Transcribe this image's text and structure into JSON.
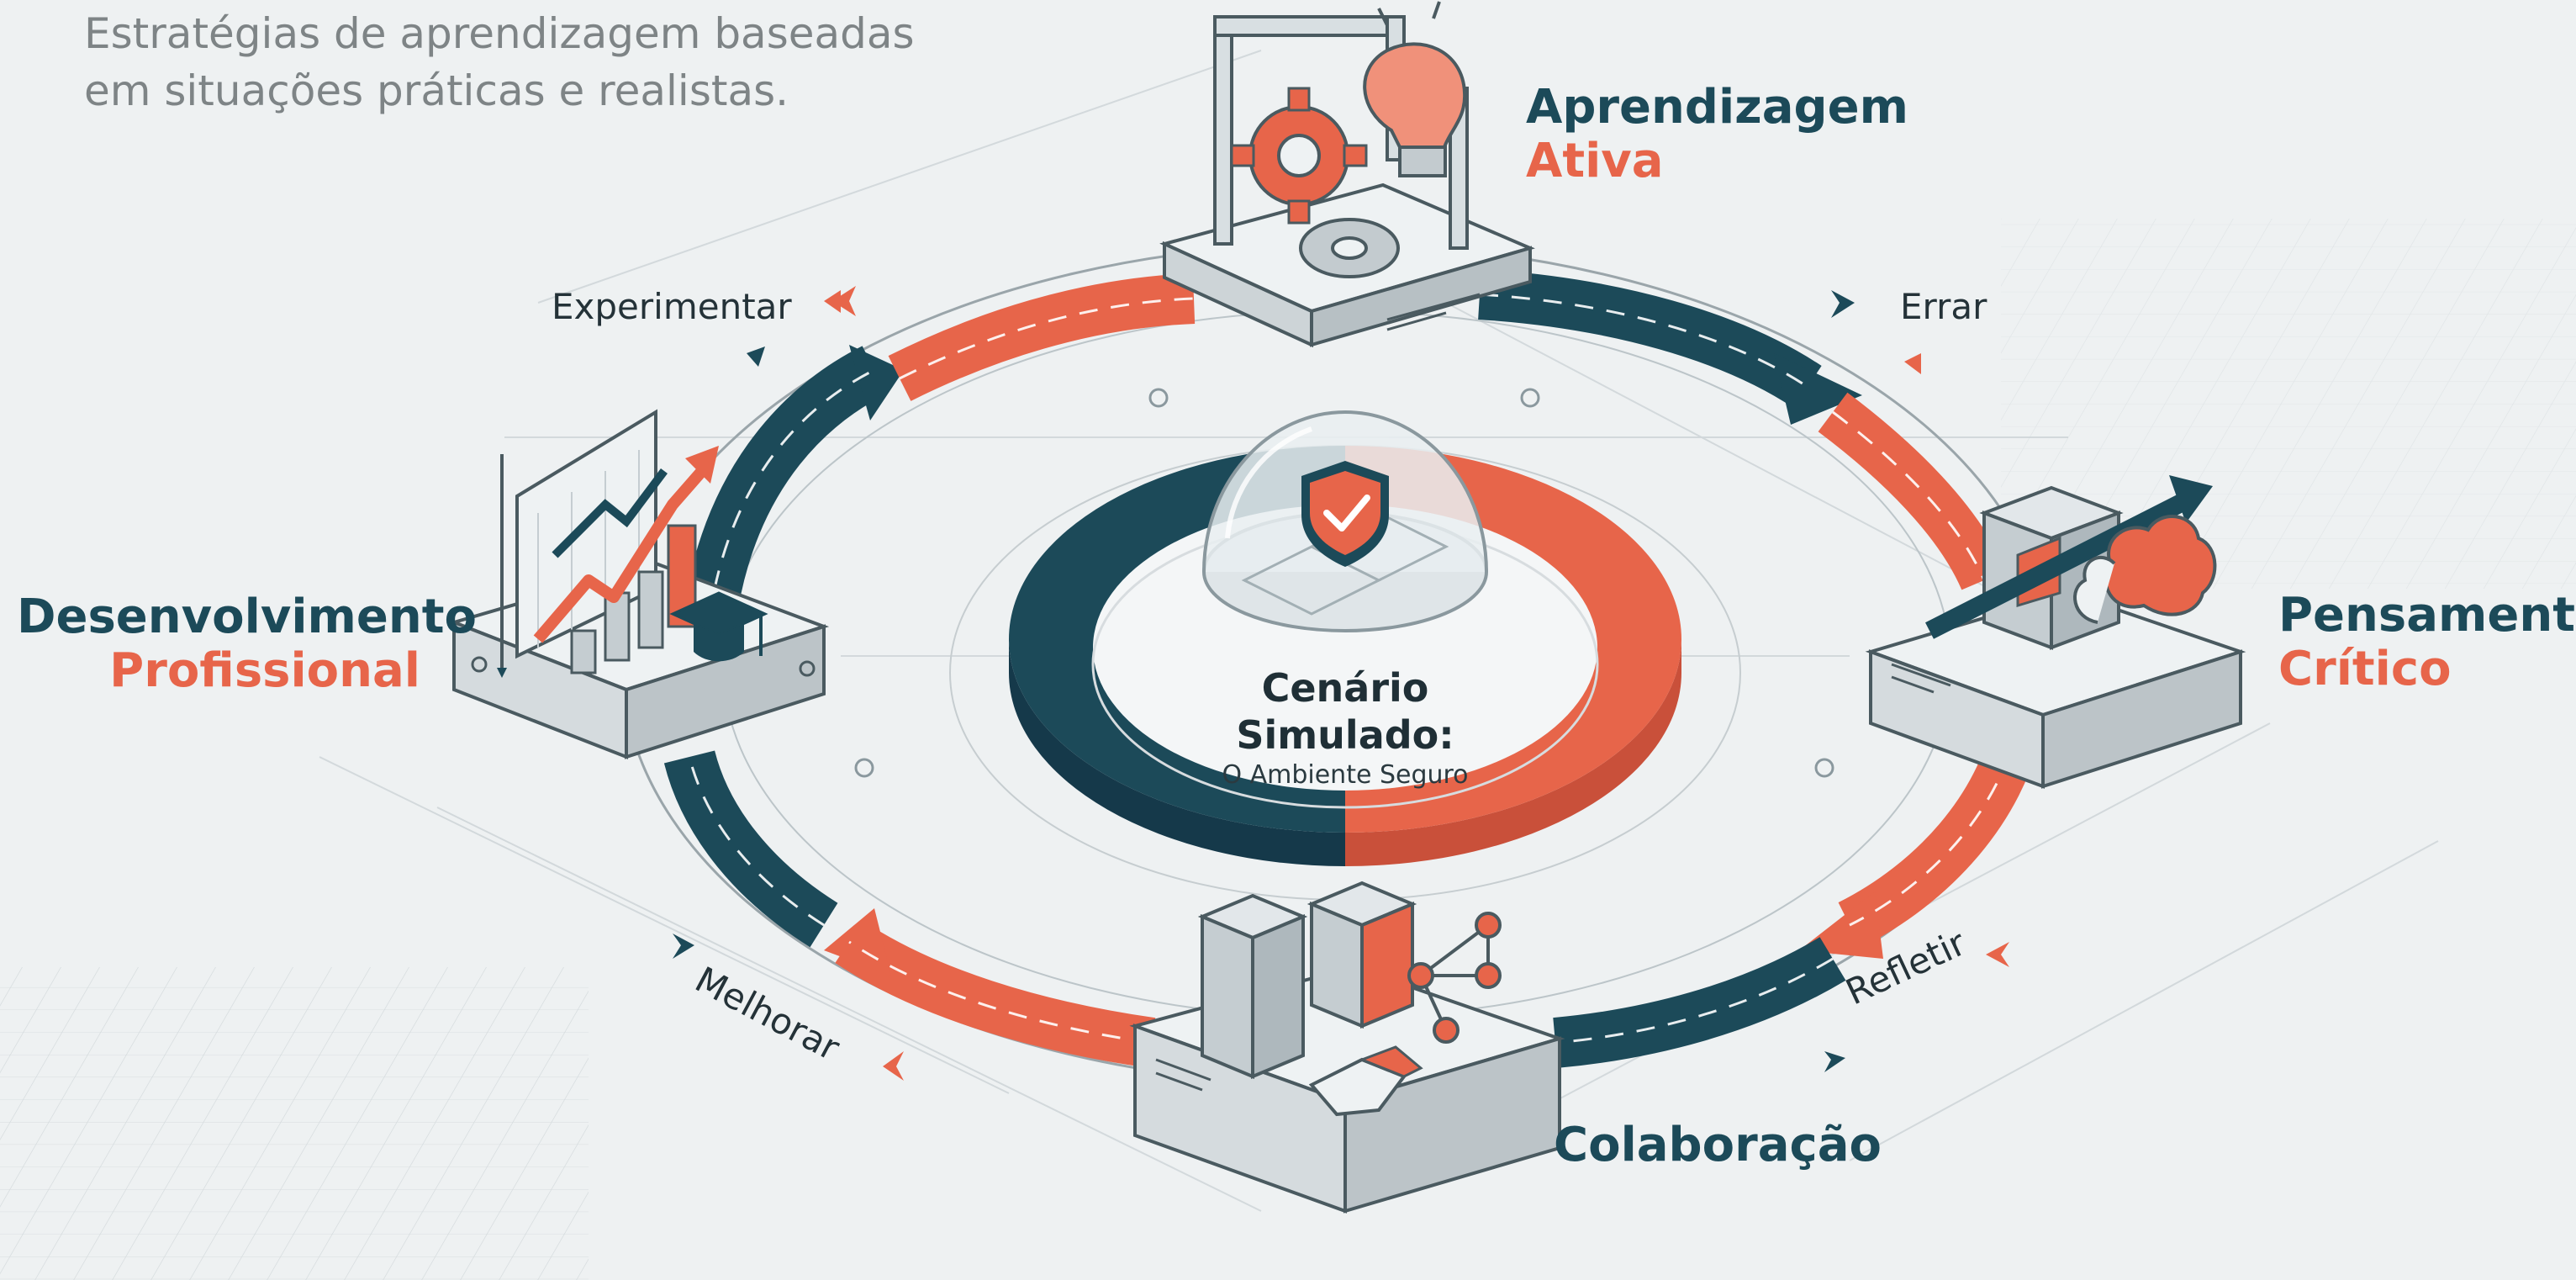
{
  "subtitle": {
    "line1": "Estratégias de aprendizagem baseadas",
    "line2": "em situações práticas e realistas."
  },
  "center": {
    "title": "Cenário Simulado:",
    "subtitle": "O Ambiente Seguro"
  },
  "nodes": {
    "aprendizagem": {
      "line1": "Aprendizagem",
      "line2": "Ativa"
    },
    "pensamento": {
      "line1": "Pensamento",
      "line2": "Crítico"
    },
    "colaboracao": {
      "line1": "Colaboração"
    },
    "desenvolvimento": {
      "line1": "Desenvolvimento",
      "line2": "Profissional"
    }
  },
  "steps": {
    "experimentar": "Experimentar",
    "errar": "Errar",
    "refletir": "Refletir",
    "melhorar": "Melhorar"
  },
  "colors": {
    "dark_teal": "#1c4a59",
    "orange": "#e7654a",
    "background": "#eef1f2",
    "platform": "#e4e8ea"
  },
  "icons": {
    "aprendizagem": [
      "gear-icon",
      "lightbulb-icon"
    ],
    "center": [
      "shield-check-icon",
      "dome-icon"
    ],
    "pensamento": [
      "cube-icon",
      "brain-icon",
      "arrow-icon"
    ],
    "colaboracao": [
      "blocks-icon",
      "network-icon",
      "handshake-icon"
    ],
    "desenvolvimento": [
      "growth-chart-icon",
      "graduation-cap-icon"
    ]
  }
}
